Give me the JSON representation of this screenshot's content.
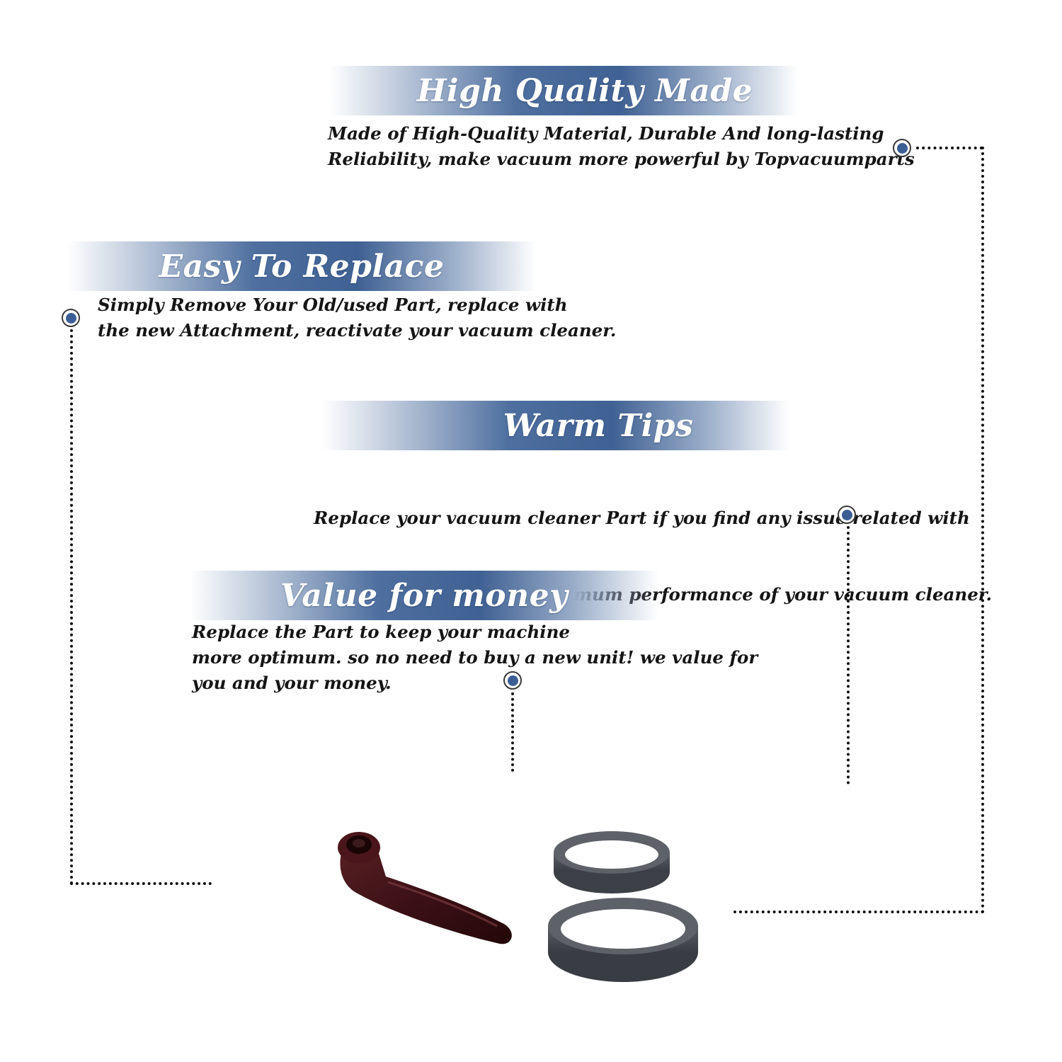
{
  "sections": [
    {
      "title": "High Quality Made",
      "lines": [
        "Made of  High-Quality Material, Durable And long-lasting",
        "Reliability, make vacuum more powerful by Topvacuumparts"
      ]
    },
    {
      "title": "Easy To Replace",
      "lines": [
        "Simply Remove Your Old/used Part, replace with",
        "the new Attachment, reactivate your vacuum cleaner."
      ]
    },
    {
      "title": "Warm Tips",
      "lines": [
        "Replace your vacuum cleaner Part if you find any issue related with",
        " attachment to ensure optimum performance of your vacuum cleaner."
      ]
    },
    {
      "title": "Value for money",
      "lines": [
        "Replace the Part to keep your machine",
        "more optimum. so no need to buy a new unit! we value for",
        "you and your money."
      ]
    }
  ],
  "colors": {
    "banner_blue": "#3f6193",
    "marker_fill": "#3b5f95",
    "text": "#151515"
  },
  "icons": [
    "marker-dot-icon",
    "lever-part-icon",
    "vacuum-belt-icon"
  ]
}
